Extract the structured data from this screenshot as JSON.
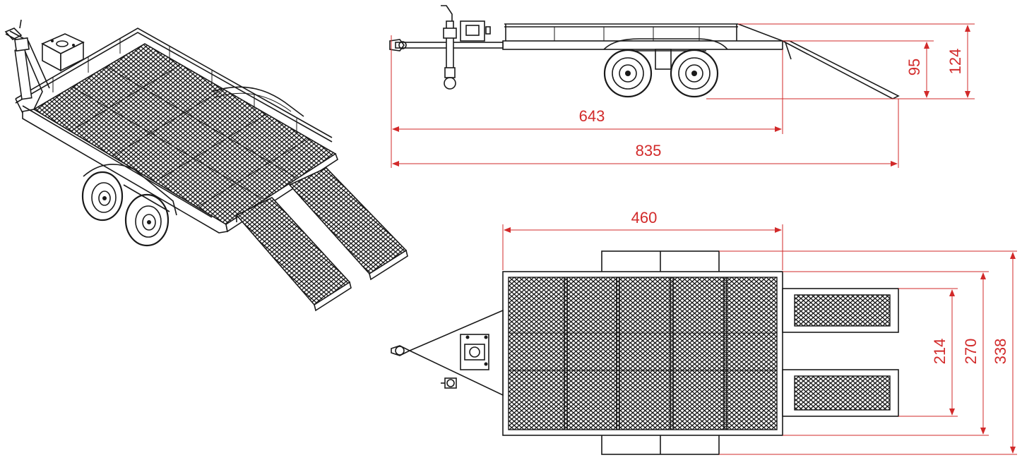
{
  "colors": {
    "line": "#1a1a1a",
    "dimension": "#d22a2a",
    "background": "#ffffff"
  },
  "dimensions": {
    "side_overall_length": "835",
    "side_bed_length": "643",
    "side_bed_height": "95",
    "side_rail_height": "124",
    "top_bed_length": "460",
    "top_ramp_inner": "214",
    "top_ramp_outer": "270",
    "top_overall_width": "338"
  }
}
